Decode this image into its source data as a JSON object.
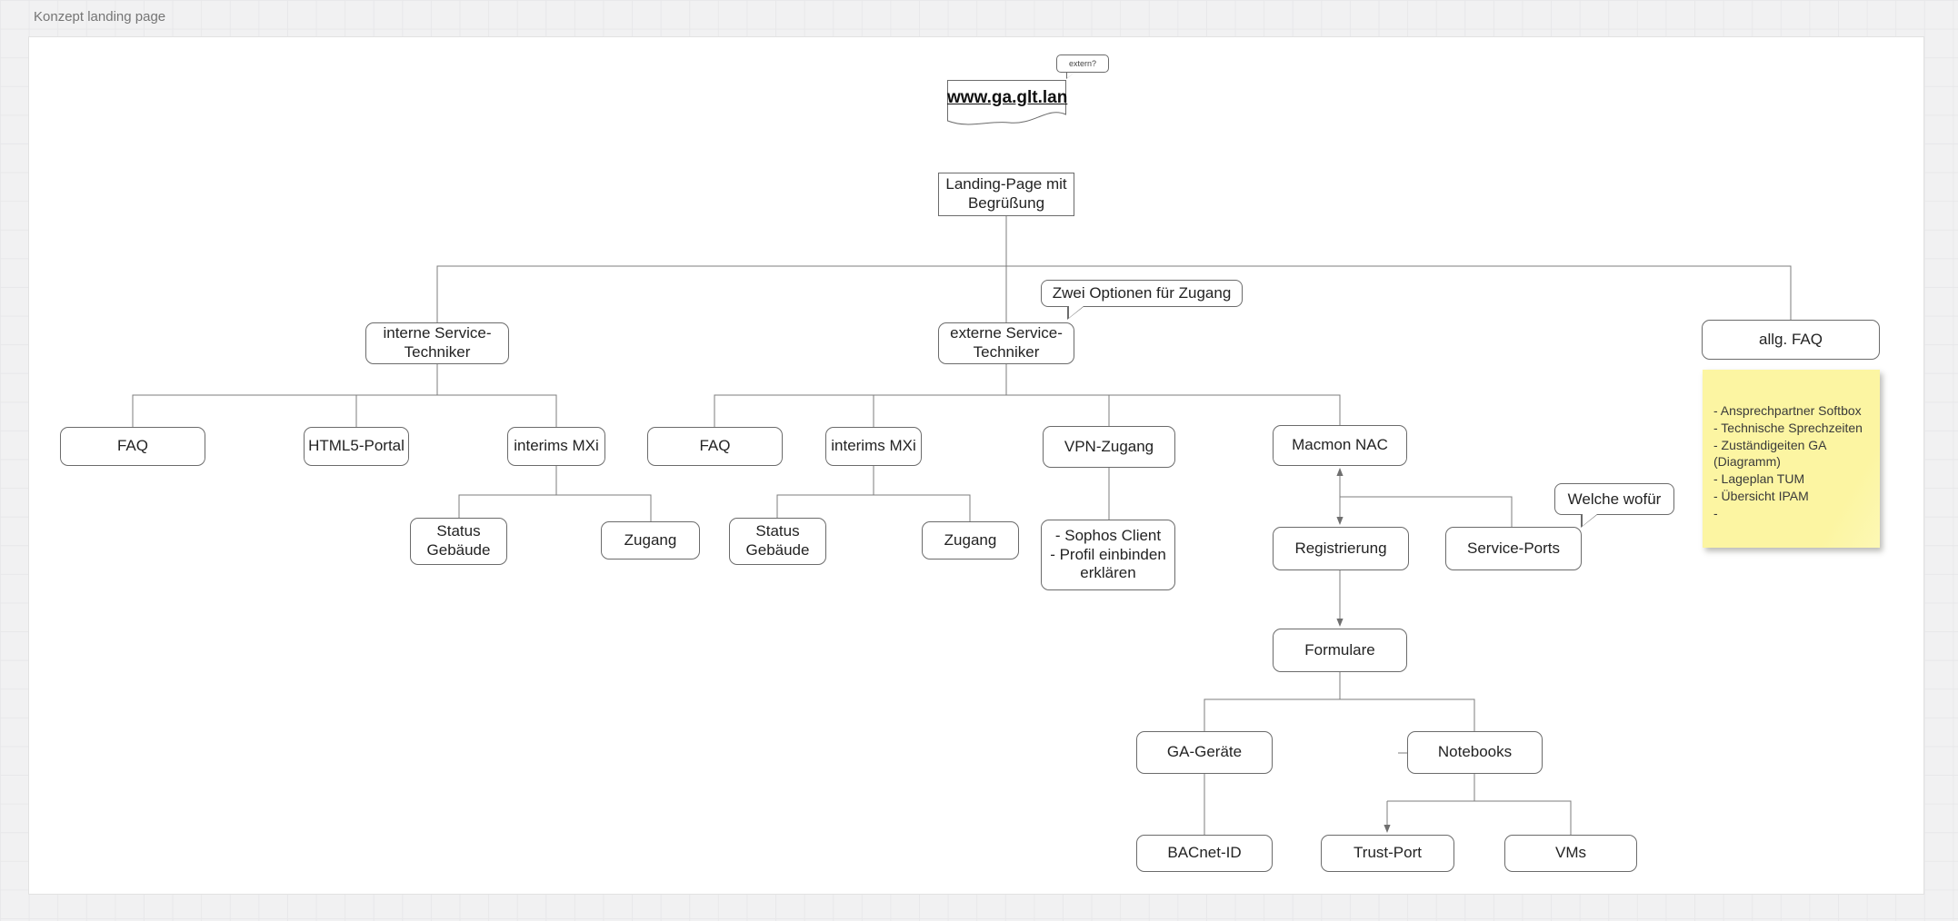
{
  "page": {
    "title": "Konzept landing page"
  },
  "colors": {
    "canvas": "#ffffff",
    "background": "#f1f1f2",
    "node_border": "#6b6b6b",
    "connector": "#7c7c7c",
    "sticky_note": "#fcf5a2"
  },
  "nodes": {
    "extern_question": {
      "label": "extern?"
    },
    "url_document": {
      "label": "www.ga.glt.lan"
    },
    "landing": {
      "label": "Landing-Page mit Begrüßung"
    },
    "zwei_optionen": {
      "label": "Zwei Optionen für Zugang"
    },
    "interne": {
      "label": "interne Service-Techniker"
    },
    "externe": {
      "label": "externe Service-Techniker"
    },
    "allg_faq": {
      "label": "allg. FAQ"
    },
    "faq_intern": {
      "label": "FAQ"
    },
    "html5_portal": {
      "label": "HTML5-Portal"
    },
    "interims_mxi_intern": {
      "label": "interims MXi"
    },
    "status_gebaeude_intern": {
      "label": "Status Gebäude"
    },
    "zugang_intern": {
      "label": "Zugang"
    },
    "faq_extern": {
      "label": "FAQ"
    },
    "interims_mxi_extern": {
      "label": "interims MXi"
    },
    "status_gebaeude_extern": {
      "label": "Status Gebäude"
    },
    "zugang_extern": {
      "label": "Zugang"
    },
    "vpn_zugang": {
      "label": "VPN-Zugang"
    },
    "sophos": {
      "label": "- Sophos Client\n- Profil einbinden erklären"
    },
    "macmon_nac": {
      "label": "Macmon NAC"
    },
    "registrierung": {
      "label": "Registrierung"
    },
    "service_ports": {
      "label": "Service-Ports"
    },
    "welche_wofuer": {
      "label": "Welche wofür"
    },
    "formulare": {
      "label": "Formulare"
    },
    "ga_geraete": {
      "label": "GA-Geräte"
    },
    "notebooks": {
      "label": "Notebooks"
    },
    "bacnet_id": {
      "label": "BACnet-ID"
    },
    "trust_port": {
      "label": "Trust-Port"
    },
    "vms": {
      "label": "VMs"
    }
  },
  "sticky_note": {
    "items": [
      "- Ansprechpartner Softbox",
      "- Technische Sprechzeiten",
      "- Zuständigeiten GA (Diagramm)",
      "- Lageplan TUM",
      "- Übersicht IPAM",
      "-"
    ]
  }
}
